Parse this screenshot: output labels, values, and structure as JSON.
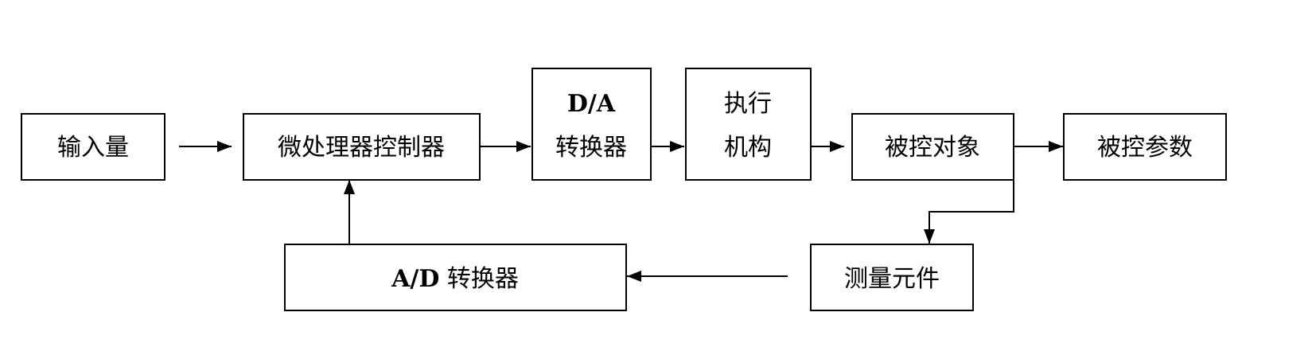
{
  "diagram": {
    "type": "block-diagram",
    "nodes": {
      "input": {
        "label": "输入量"
      },
      "controller": {
        "label": "微处理器控制器"
      },
      "da": {
        "line1": "D/A",
        "line2": "转换器"
      },
      "actuator": {
        "line1": "执行",
        "line2": "机构"
      },
      "plant": {
        "label": "被控对象"
      },
      "output": {
        "label": "被控参数"
      },
      "sensor": {
        "label": "测量元件"
      },
      "ad": {
        "latin": "A/D",
        "cjk": "转换器"
      }
    },
    "edges": [
      {
        "from": "input",
        "to": "controller"
      },
      {
        "from": "controller",
        "to": "da"
      },
      {
        "from": "da",
        "to": "actuator"
      },
      {
        "from": "actuator",
        "to": "plant"
      },
      {
        "from": "plant",
        "to": "output"
      },
      {
        "from": "plant",
        "to": "sensor"
      },
      {
        "from": "sensor",
        "to": "ad"
      },
      {
        "from": "ad",
        "to": "controller"
      }
    ]
  }
}
